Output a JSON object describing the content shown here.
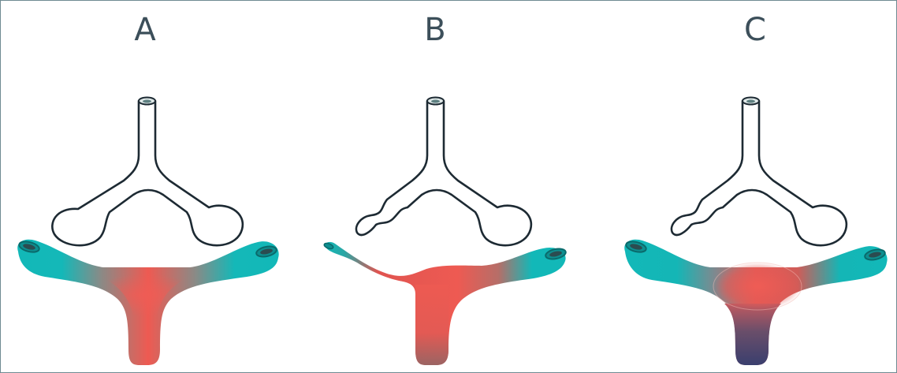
{
  "panels": [
    {
      "label": "A"
    },
    {
      "label": "B"
    },
    {
      "label": "C"
    }
  ],
  "colors": {
    "outline": "#1d2a33",
    "teal": "#12b8b8",
    "coral": "#ee5a52",
    "navy": "#3a3f6e",
    "frame": "#6f8a92"
  }
}
